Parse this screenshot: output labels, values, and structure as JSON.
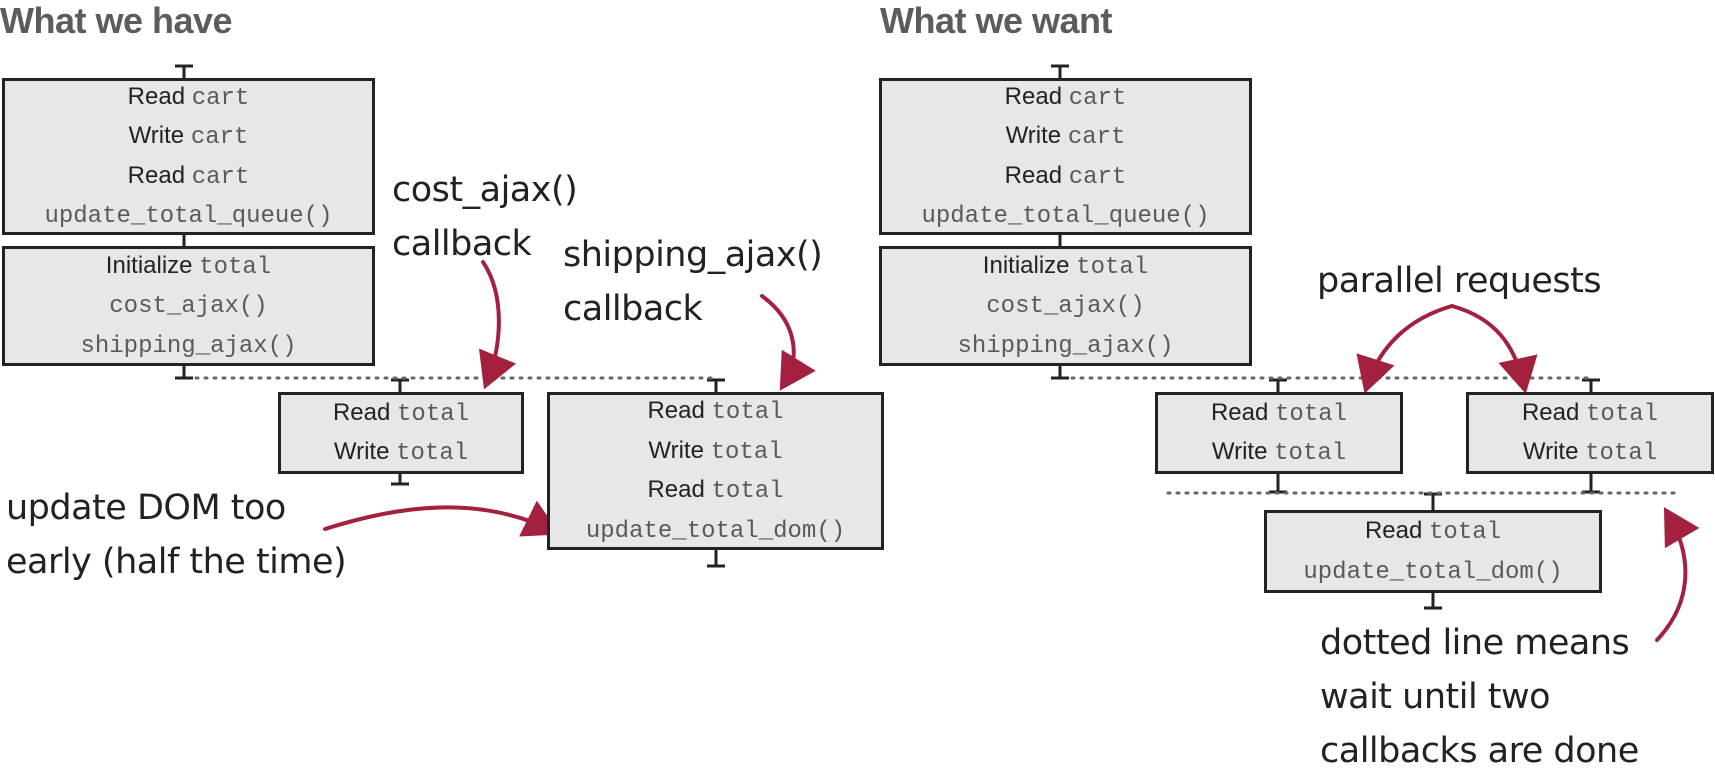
{
  "panels": {
    "left": {
      "title": "What we have"
    },
    "right": {
      "title": "What we want"
    }
  },
  "boxes": {
    "left_cart": [
      {
        "kw": "Read",
        "code": "cart"
      },
      {
        "kw": "Write",
        "code": "cart"
      },
      {
        "kw": "Read",
        "code": "cart"
      },
      {
        "kw": "",
        "code": "update_total_queue()"
      }
    ],
    "left_init": [
      {
        "kw": "Initialize",
        "code": "total"
      },
      {
        "kw": "",
        "code": "cost_ajax()"
      },
      {
        "kw": "",
        "code": "shipping_ajax()"
      }
    ],
    "left_cost_cb": [
      {
        "kw": "Read",
        "code": "total"
      },
      {
        "kw": "Write",
        "code": "total"
      }
    ],
    "left_ship_cb": [
      {
        "kw": "Read",
        "code": "total"
      },
      {
        "kw": "Write",
        "code": "total"
      },
      {
        "kw": "Read",
        "code": "total"
      },
      {
        "kw": "",
        "code": "update_total_dom()"
      }
    ],
    "right_cart": [
      {
        "kw": "Read",
        "code": "cart"
      },
      {
        "kw": "Write",
        "code": "cart"
      },
      {
        "kw": "Read",
        "code": "cart"
      },
      {
        "kw": "",
        "code": "update_total_queue()"
      }
    ],
    "right_init": [
      {
        "kw": "Initialize",
        "code": "total"
      },
      {
        "kw": "",
        "code": "cost_ajax()"
      },
      {
        "kw": "",
        "code": "shipping_ajax()"
      }
    ],
    "right_cb_a": [
      {
        "kw": "Read",
        "code": "total"
      },
      {
        "kw": "Write",
        "code": "total"
      }
    ],
    "right_cb_b": [
      {
        "kw": "Read",
        "code": "total"
      },
      {
        "kw": "Write",
        "code": "total"
      }
    ],
    "right_final": [
      {
        "kw": "Read",
        "code": "total"
      },
      {
        "kw": "",
        "code": "update_total_dom()"
      }
    ]
  },
  "annotations": {
    "cost_callback": [
      "cost_ajax()",
      "callback"
    ],
    "shipping_callback": [
      "shipping_ajax()",
      "callback"
    ],
    "update_dom_early": [
      "update DOM too",
      "early (half the time)"
    ],
    "parallel_requests": [
      "parallel requests"
    ],
    "dotted_line_note": [
      "dotted line means",
      "wait until two",
      "callbacks are done"
    ]
  },
  "colors": {
    "box_fill": "#e7e7e8",
    "box_border": "#222222",
    "title_gray": "#5c5c5c",
    "code_gray": "#5a5a5a",
    "arrow_red": "#a3213f",
    "dotted_gray": "#666666"
  }
}
